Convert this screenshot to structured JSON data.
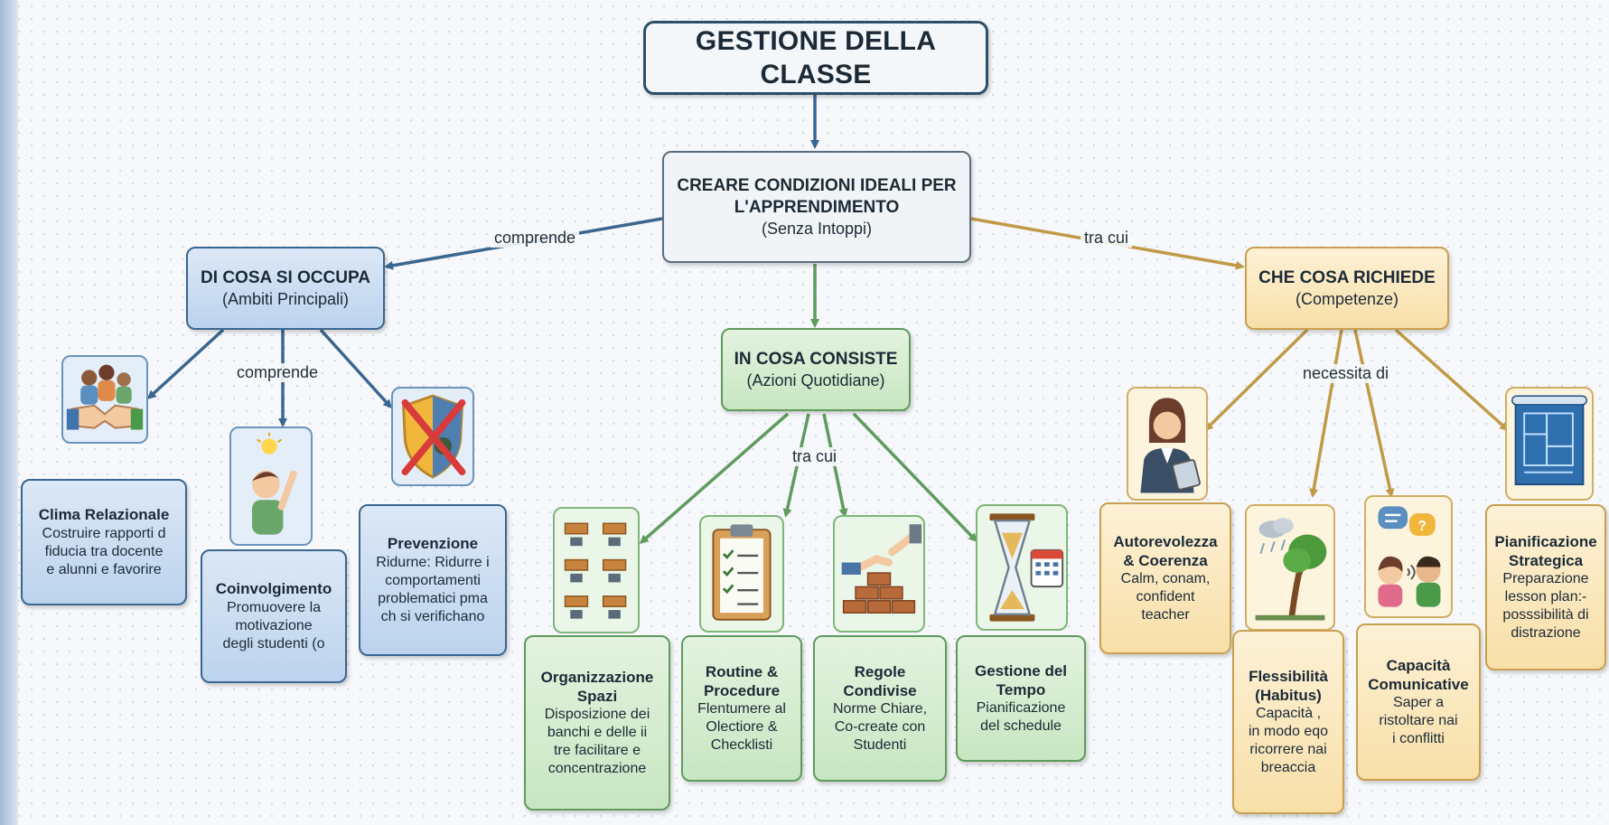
{
  "title": "GESTIONE DELLA CLASSE",
  "central": {
    "line1": "CREARE CONDIZIONI IDEALI PER",
    "line2": "L'APPRENDIMENTO",
    "sub": "(Senza Intoppi)"
  },
  "labels": {
    "left": "comprende",
    "right": "tra cui",
    "left_sub": "comprende",
    "middle_sub": "tra cui",
    "right_sub": "necessita di"
  },
  "left": {
    "title": "DI COSA SI OCCUPA",
    "sub": "(Ambiti Principali)",
    "items": [
      {
        "title": "Clima Relazionale",
        "text": [
          "Costruire rapporti d",
          "fiducia tra docente",
          "e alunni e favorire"
        ]
      },
      {
        "title": "Coinvolgimento",
        "text": [
          "Promuovere la",
          "motivazione",
          "degli studenti (o"
        ]
      },
      {
        "title": "Prevenzione",
        "text": [
          "Ridurne: Ridurre i",
          "comportamenti",
          "problematici pma",
          "ch si verifichano"
        ]
      }
    ]
  },
  "middle": {
    "title": "IN COSA CONSISTE",
    "sub": "(Azioni Quotidiane)",
    "items": [
      {
        "title": [
          "Organizzazione",
          "Spazi"
        ],
        "text": [
          "Disposizione dei",
          "banchi e delle ii",
          "tre facilitare e",
          "concentrazione"
        ]
      },
      {
        "title": [
          "Routine &",
          "Procedure"
        ],
        "text": [
          "Flentumere al",
          "Olectiore &",
          "Checklisti"
        ]
      },
      {
        "title": [
          "Regole",
          "Condivise"
        ],
        "text": [
          "Norme Chiare,",
          "Co-create con",
          "Studenti"
        ]
      },
      {
        "title": [
          "Gestione del",
          "Tempo"
        ],
        "text": [
          "Pianificazione",
          "del schedule"
        ]
      }
    ]
  },
  "right": {
    "title": "CHE COSA RICHIEDE",
    "sub": "(Competenze)",
    "items": [
      {
        "title": [
          "Autorevolezza",
          "& Coerenza"
        ],
        "text": [
          "Calm, conam,",
          "confident",
          "teacher"
        ]
      },
      {
        "title": [
          "Flessibilità",
          "(Habitus)"
        ],
        "text": [
          "Capacità ,",
          "in modo eqo",
          "ricorrere nai",
          "breaccia"
        ]
      },
      {
        "title": [
          "Capacità",
          "Comunicative"
        ],
        "text": [
          "Saper a",
          "ristoltare nai",
          "i conflitti"
        ]
      },
      {
        "title": [
          "Pianificazione",
          "Strategica"
        ],
        "text": [
          "Preparazione",
          "lesson plan:-",
          "posssibilità di",
          "distrazione"
        ]
      }
    ]
  },
  "colors": {
    "blue": "#3a6690",
    "green": "#5f9b5c",
    "gold": "#c19a45",
    "dark": "#2c4e68"
  }
}
